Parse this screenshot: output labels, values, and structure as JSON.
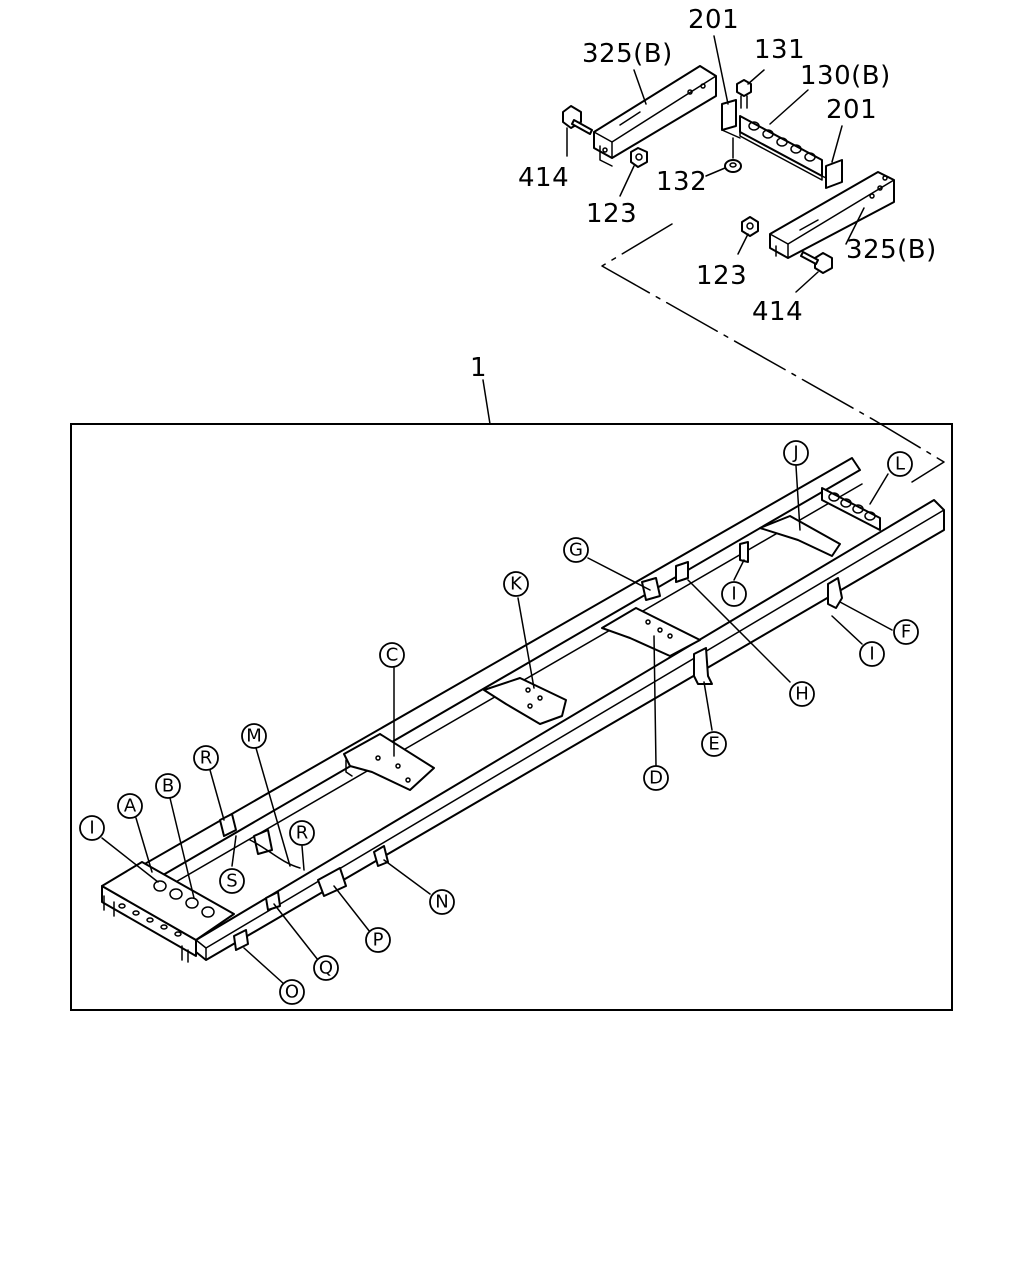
{
  "diagram": {
    "main_part_number": "1",
    "part_labels": [
      {
        "id": "p201a",
        "text": "201"
      },
      {
        "id": "p325a",
        "text": "325(B)"
      },
      {
        "id": "p131",
        "text": "131"
      },
      {
        "id": "p130",
        "text": "130(B)"
      },
      {
        "id": "p201b",
        "text": "201"
      },
      {
        "id": "p414a",
        "text": "414"
      },
      {
        "id": "p123a",
        "text": "123"
      },
      {
        "id": "p132",
        "text": "132"
      },
      {
        "id": "p325b",
        "text": "325(B)"
      },
      {
        "id": "p123b",
        "text": "123"
      },
      {
        "id": "p414b",
        "text": "414"
      }
    ],
    "callouts": [
      {
        "id": "J",
        "text": "J"
      },
      {
        "id": "L",
        "text": "L"
      },
      {
        "id": "G",
        "text": "G"
      },
      {
        "id": "K",
        "text": "K"
      },
      {
        "id": "I1",
        "text": "I"
      },
      {
        "id": "I2",
        "text": "I"
      },
      {
        "id": "F",
        "text": "F"
      },
      {
        "id": "H",
        "text": "H"
      },
      {
        "id": "C",
        "text": "C"
      },
      {
        "id": "E",
        "text": "E"
      },
      {
        "id": "D",
        "text": "D"
      },
      {
        "id": "M",
        "text": "M"
      },
      {
        "id": "R1",
        "text": "R"
      },
      {
        "id": "B",
        "text": "B"
      },
      {
        "id": "A",
        "text": "A"
      },
      {
        "id": "I3",
        "text": "I"
      },
      {
        "id": "R2",
        "text": "R"
      },
      {
        "id": "S",
        "text": "S"
      },
      {
        "id": "N",
        "text": "N"
      },
      {
        "id": "P",
        "text": "P"
      },
      {
        "id": "Q",
        "text": "Q"
      },
      {
        "id": "O",
        "text": "O"
      }
    ]
  }
}
